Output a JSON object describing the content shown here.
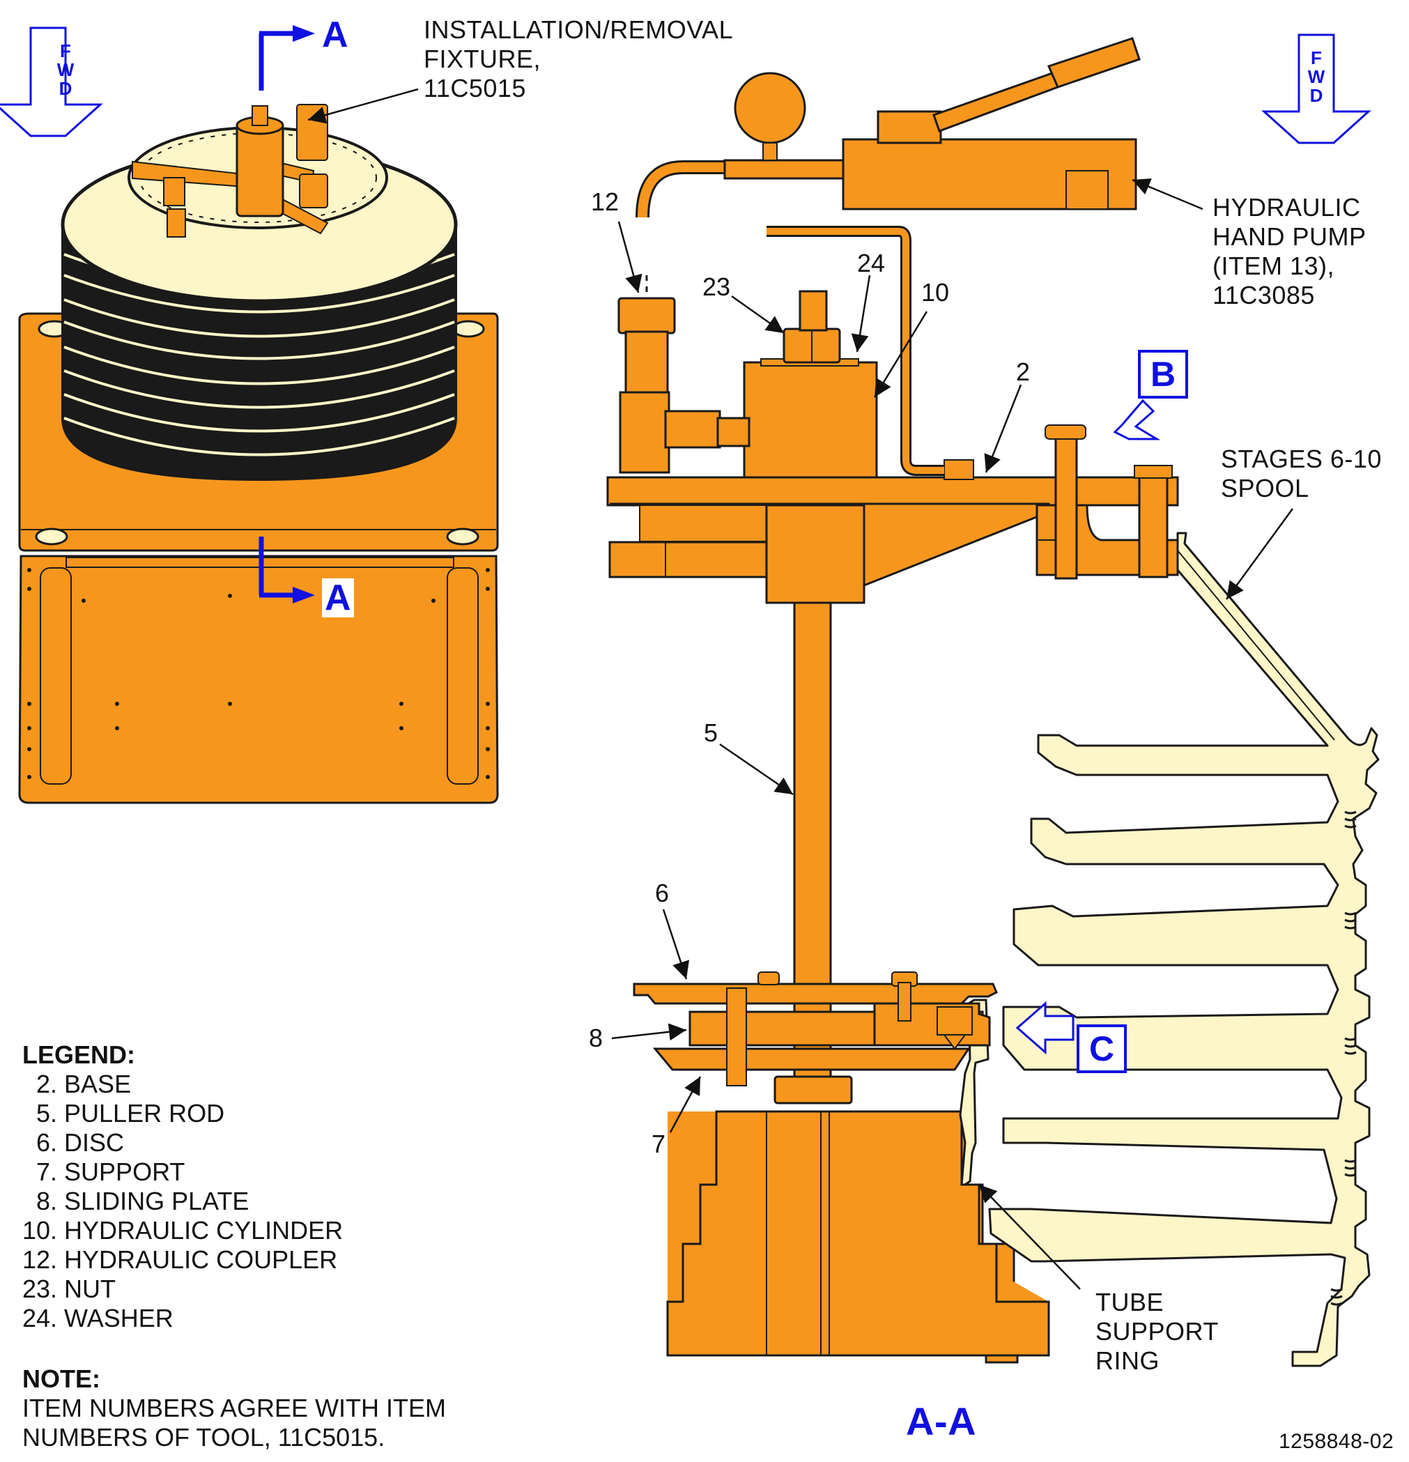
{
  "labels": {
    "fixture": [
      "INSTALLATION/REMOVAL",
      "FIXTURE,",
      "11C5015"
    ],
    "pump": [
      "HYDRAULIC",
      "HAND PUMP",
      "(ITEM 13),",
      "11C3085"
    ],
    "spool": [
      "STAGES 6-10",
      "SPOOL"
    ],
    "tube_ring": [
      "TUBE",
      "SUPPORT",
      "RING"
    ],
    "section_marker": "A",
    "section_title": "A-A",
    "view_b": "B",
    "view_c": "C",
    "fwd": [
      "F",
      "W",
      "D"
    ],
    "drawing_number": "1258848-02"
  },
  "callouts": {
    "c12": "12",
    "c23": "23",
    "c24": "24",
    "c10": "10",
    "c2": "2",
    "c5": "5",
    "c6": "6",
    "c8": "8",
    "c7": "7"
  },
  "legend": {
    "title": "LEGEND:",
    "items": [
      "  2. BASE",
      "  5. PULLER ROD",
      "  6. DISC",
      "  7. SUPPORT",
      "  8. SLIDING PLATE",
      "10. HYDRAULIC CYLINDER",
      "12. HYDRAULIC COUPLER",
      "23. NUT",
      "24. WASHER"
    ]
  },
  "note": {
    "title": "NOTE:",
    "lines": [
      "ITEM NUMBERS AGREE WITH ITEM",
      "NUMBERS OF TOOL, 11C5015."
    ]
  },
  "colors": {
    "tool_orange": "#f7961d",
    "spool_cream": "#fdf6c8",
    "arrow_blue": "#1010e0",
    "outline": "#1a1a1a"
  }
}
